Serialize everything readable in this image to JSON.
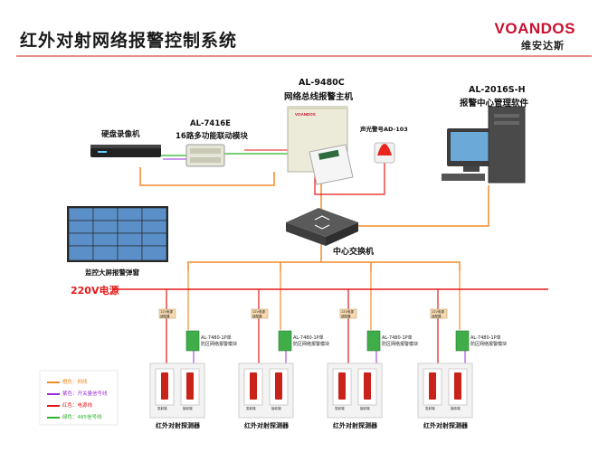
{
  "header": {
    "title": "红外对射网络报警控制系统",
    "brand": "VOANDOS",
    "brand_cn": "维安达斯"
  },
  "devices": {
    "dvr": "硬盘录像机",
    "module": {
      "model": "AL-7416E",
      "desc": "16路多功能联动模块"
    },
    "host": {
      "model": "AL-9480C",
      "desc": "网络总线报警主机"
    },
    "siren": "声光警号AD-103",
    "software": {
      "model": "AL-2016S-H",
      "desc": "报警中心管理软件"
    },
    "video_wall": "监控大屏报警弹窗",
    "switch": "中心交换机",
    "power": "220V电源",
    "psu_label": "12V电源\n适配器",
    "zone_module": "AL-7480-1P单\n防区网络报警模块",
    "detector_group": "红外对射探测器",
    "tx_label": "发射端",
    "rx_label": "接收端"
  },
  "legend": [
    {
      "label": "橙色：网线",
      "color": "#f28c28"
    },
    {
      "label": "紫色：开关量信号线",
      "color": "#9b30d9"
    },
    {
      "label": "红色：电源线",
      "color": "#e41a1a"
    },
    {
      "label": "绿色：485信号线",
      "color": "#2bb52b"
    }
  ],
  "colors": {
    "network": "#f28c28",
    "signal": "#9b30d9",
    "power": "#e41a1a",
    "rs485": "#2bb52b",
    "brand": "#c8102e"
  }
}
